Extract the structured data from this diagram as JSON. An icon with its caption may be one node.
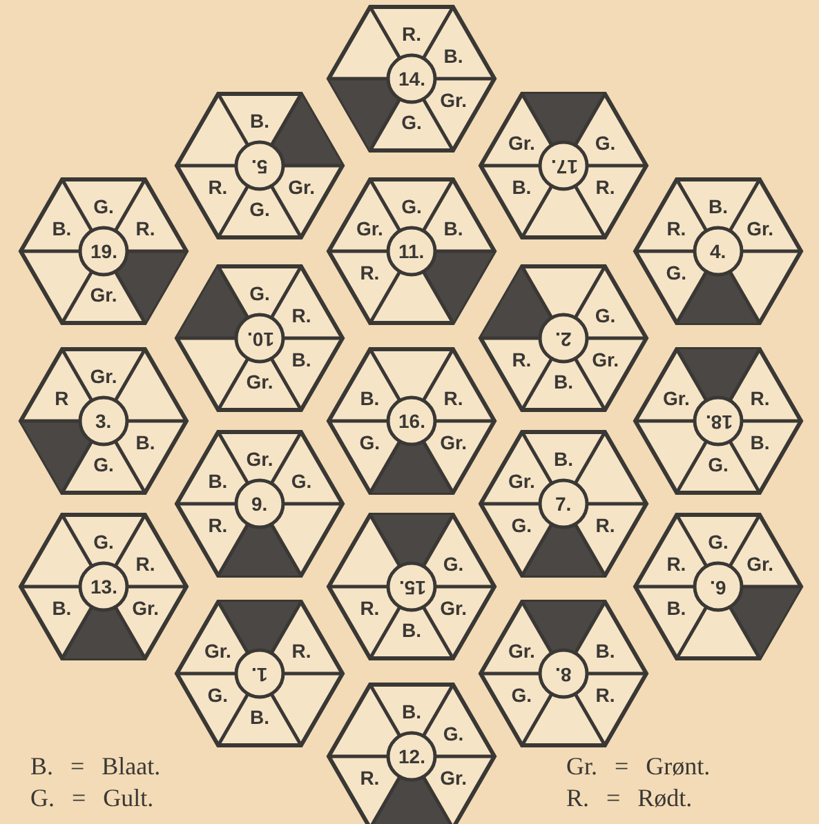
{
  "diagram": {
    "nodes": [
      {
        "text": [
          "14.",
          "R.",
          "B.",
          "Gr.",
          "G."
        ]
      },
      {
        "text": [
          "5.",
          "B.",
          "Gr.",
          "G.",
          "R."
        ]
      },
      {
        "text": [
          "17.",
          "G.",
          "R.",
          "B.",
          "Gr."
        ]
      },
      {
        "text": [
          "19.",
          "G.",
          "R.",
          "Gr.",
          "B."
        ]
      },
      {
        "text": [
          "11.",
          "G.",
          "B.",
          "R.",
          "Gr."
        ]
      },
      {
        "text": [
          "4.",
          "B.",
          "Gr.",
          "G.",
          "R."
        ]
      },
      {
        "text": [
          "10.",
          "G.",
          "R.",
          "B.",
          "Gr."
        ]
      },
      {
        "text": [
          "2.",
          "G.",
          "Gr.",
          "B.",
          "R."
        ]
      },
      {
        "text": [
          "3.",
          "Gr.",
          "B.",
          "G.",
          "R"
        ]
      },
      {
        "text": [
          "16.",
          "R.",
          "Gr.",
          "G.",
          "B."
        ]
      },
      {
        "text": [
          "18.",
          "R.",
          "B.",
          "G.",
          "Gr."
        ]
      },
      {
        "text": [
          "9.",
          "Gr.",
          "G.",
          "R.",
          "B."
        ]
      },
      {
        "text": [
          "7.",
          "B.",
          "R.",
          "G.",
          "Gr."
        ]
      },
      {
        "text": [
          "13.",
          "G.",
          "R.",
          "Gr.",
          "B."
        ]
      },
      {
        "text": [
          "15.",
          "G.",
          "Gr.",
          "B.",
          "R."
        ]
      },
      {
        "text": [
          "6.",
          "G.",
          "Gr.",
          "B.",
          "R."
        ]
      },
      {
        "text": [
          "1.",
          "R.",
          "B.",
          "G.",
          "Gr."
        ]
      },
      {
        "text": [
          "8.",
          "B.",
          "R.",
          "G.",
          "Gr."
        ]
      },
      {
        "text": [
          "12.",
          "B.",
          "G.",
          "Gr.",
          "R."
        ]
      }
    ],
    "edges": [],
    "labels": [
      "B. = Blaat.",
      "G. = Gult.",
      "Gr. = Grønt.",
      "R. = Rødt."
    ]
  }
}
